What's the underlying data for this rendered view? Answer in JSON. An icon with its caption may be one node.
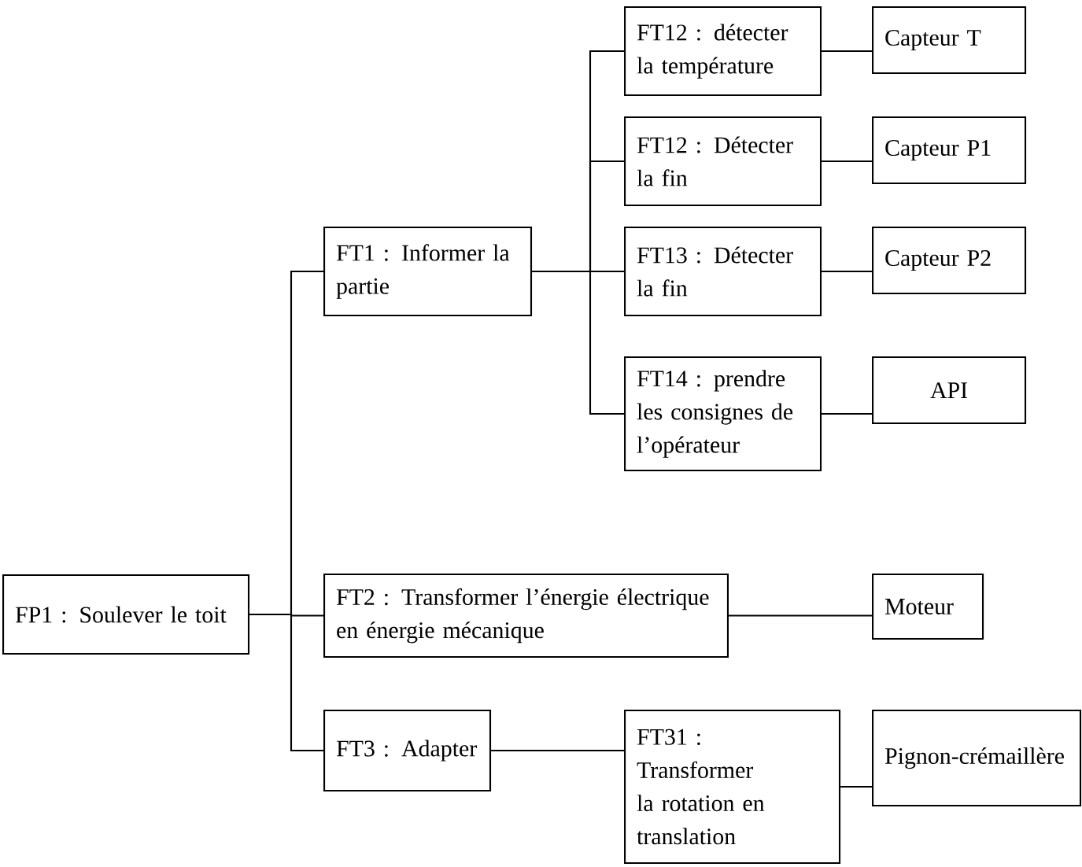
{
  "diagram": {
    "nodes": [
      {
        "text": [
          "FP1 : Soulever le toit"
        ]
      },
      {
        "text": [
          "FT1 : Informer la partie"
        ]
      },
      {
        "text": [
          "FT12 : détecter la température"
        ]
      },
      {
        "text": [
          "FT12 : Détecter la fin"
        ]
      },
      {
        "text": [
          "FT13 : Détecter la fin"
        ]
      },
      {
        "text": [
          "FT14 : prendre les consignes de l’opérateur"
        ]
      },
      {
        "text": [
          "Capteur T"
        ]
      },
      {
        "text": [
          "Capteur P1"
        ]
      },
      {
        "text": [
          "Capteur P2"
        ]
      },
      {
        "text": [
          "API"
        ]
      },
      {
        "text": [
          "FT2 : Transformer l’énergie électrique en énergie mécanique"
        ]
      },
      {
        "text": [
          "Moteur"
        ]
      },
      {
        "text": [
          "FT3 : Adapter"
        ]
      },
      {
        "text": [
          "FT31 : Transformer la rotation en translation"
        ]
      },
      {
        "text": [
          "Pignon-crémaillère"
        ]
      }
    ],
    "edges": [
      {
        "from": 0,
        "to": 1,
        "arrow": "none"
      },
      {
        "from": 0,
        "to": 10,
        "arrow": "none"
      },
      {
        "from": 0,
        "to": 12,
        "arrow": "none"
      },
      {
        "from": 1,
        "to": 2,
        "arrow": "none"
      },
      {
        "from": 1,
        "to": 3,
        "arrow": "none"
      },
      {
        "from": 1,
        "to": 4,
        "arrow": "none"
      },
      {
        "from": 1,
        "to": 5,
        "arrow": "none"
      },
      {
        "from": 2,
        "to": 6,
        "arrow": "none"
      },
      {
        "from": 3,
        "to": 7,
        "arrow": "none"
      },
      {
        "from": 4,
        "to": 8,
        "arrow": "none"
      },
      {
        "from": 5,
        "to": 9,
        "arrow": "none"
      },
      {
        "from": 10,
        "to": 11,
        "arrow": "none"
      },
      {
        "from": 12,
        "to": 13,
        "arrow": "none"
      },
      {
        "from": 13,
        "to": 14,
        "arrow": "none"
      }
    ]
  }
}
